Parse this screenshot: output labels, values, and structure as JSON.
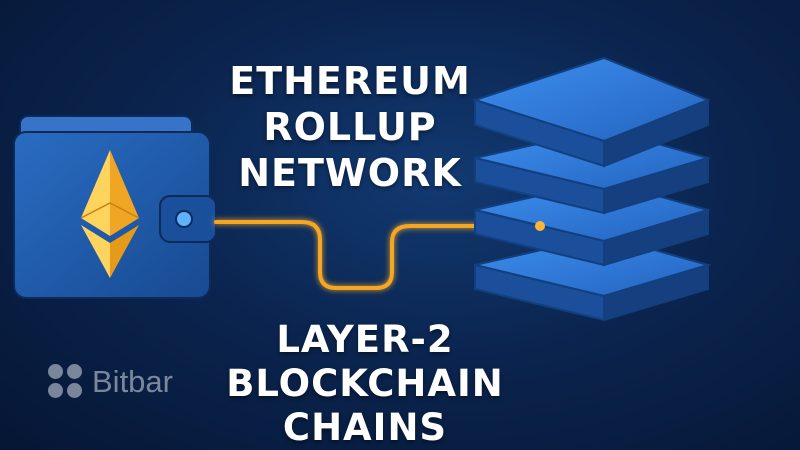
{
  "headline": {
    "line1": "ETHEREUM",
    "line2": "ROLLUP",
    "line3": "NETWORK"
  },
  "subheadline": {
    "line1": "LAYER-2",
    "line2": "BLOCKCHAIN CHAINS"
  },
  "watermark": {
    "text": "Bitbar"
  },
  "icons": {
    "wallet": "wallet-icon",
    "ethereum": "ethereum-logo-icon",
    "stack": "layer-stack-icon",
    "connector": "connection-line",
    "watermark_logo": "bitbar-logo-icon"
  },
  "colors": {
    "background": "#0b2550",
    "wallet": "#1f5cae",
    "ethereum_gold": "#f2b134",
    "connector": "#f5a623",
    "stack_top": "#2f7de0",
    "text": "#ffffff"
  }
}
